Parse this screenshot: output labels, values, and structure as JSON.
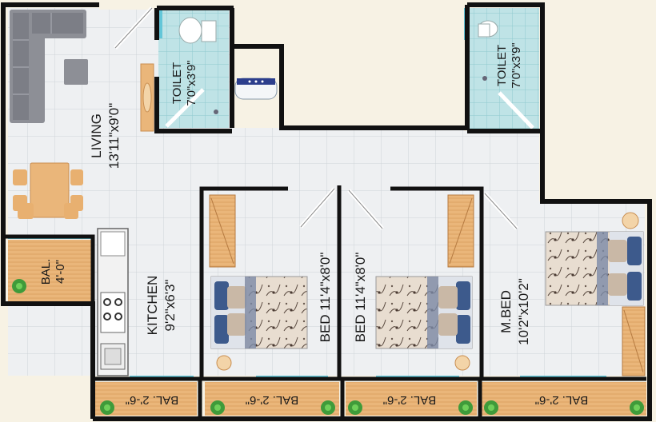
{
  "colors": {
    "wall": "#111111",
    "floor_tile": "#eef0f2",
    "tile_line": "#cfd3d8",
    "toilet_tile": "#bfe3e6",
    "balcony_wood": "#e8b070",
    "furniture_gray": "#8d8f96",
    "wood": "#e7b37a",
    "window": "#63c6d8",
    "background": "#f7f2e4"
  },
  "rooms": {
    "living": {
      "name": "LIVING",
      "size": "13'11\"x9'0\""
    },
    "toilet1": {
      "name": "TOILET",
      "size": "7'0\"x3'9\""
    },
    "toilet2": {
      "name": "TOILET",
      "size": "7'0\"x3'9\""
    },
    "kitchen": {
      "name": "KITCHEN",
      "size": "9'2\"x6'3\""
    },
    "bed1": {
      "name": "BED",
      "size": "11'4\"x8'0\""
    },
    "bed2": {
      "name": "BED",
      "size": "11'4\"x8'0\""
    },
    "mbed": {
      "name": "M.BED",
      "size": "10'2\"x10'2\""
    },
    "bal_left": {
      "name": "BAL.",
      "size": "4'-0\""
    }
  },
  "balconies": [
    {
      "name": "BAL.",
      "size": "2'-6\""
    },
    {
      "name": "BAL.",
      "size": "2'-6\""
    },
    {
      "name": "BAL.",
      "size": "2'-6\""
    },
    {
      "name": "BAL.",
      "size": "2'-6\""
    }
  ],
  "icons": [
    "sofa-icon",
    "dining-table-icon",
    "bed-icon",
    "toilet-icon",
    "wash-basin-icon",
    "stove-icon",
    "sink-icon",
    "plant-icon",
    "wardrobe-icon",
    "lamp-icon",
    "door-icon"
  ]
}
